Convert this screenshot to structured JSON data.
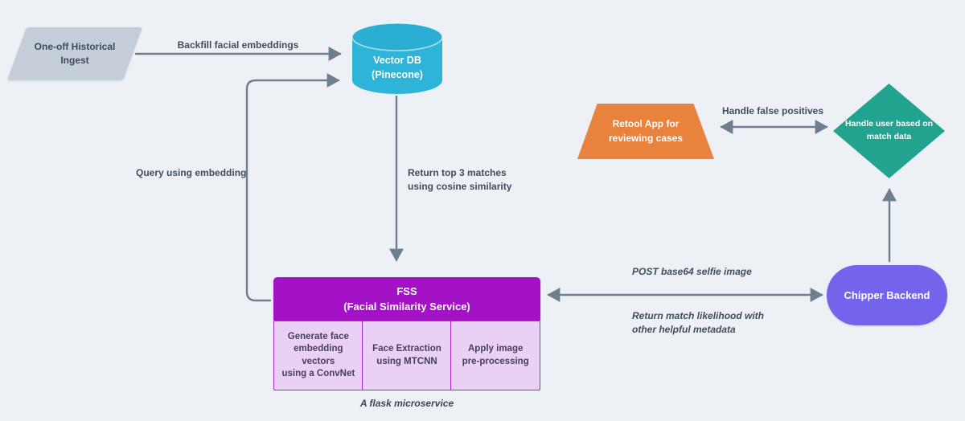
{
  "canvas": {
    "background": "#edf1f6",
    "arrow_color": "#6f7e8e",
    "text_color": "#3e4d5f"
  },
  "nodes": {
    "ingest": {
      "label": "One-off Historical\nIngest",
      "color": "#c5ced8",
      "shape": "parallelogram"
    },
    "vector_db": {
      "label": "Vector DB\n(Pinecone)",
      "color": "#2fb4d9",
      "shape": "cylinder"
    },
    "retool": {
      "label": "Retool App for\nreviewing cases",
      "color": "#e8823c",
      "shape": "trapezoid"
    },
    "decision": {
      "label": "Handle user based on\nmatch data",
      "color": "#21a390",
      "shape": "diamond"
    },
    "chipper": {
      "label": "Chipper Backend",
      "color": "#7463eb",
      "shape": "pill"
    },
    "fss": {
      "title": "FSS\n(Facial Similarity Service)",
      "color": "#a312c4",
      "module_color": "#e9d0f4",
      "modules": [
        "Generate face\nembedding\nvectors\nusing a ConvNet",
        "Face Extraction\nusing MTCNN",
        "Apply image\npre-processing"
      ],
      "caption": "A flask microservice"
    }
  },
  "edges": {
    "backfill": {
      "label": "Backfill facial embeddings",
      "from": "ingest",
      "to": "vector_db"
    },
    "query": {
      "label": "Query using embedding",
      "from": "fss",
      "to": "vector_db"
    },
    "return_matches": {
      "label": "Return top 3 matches\nusing cosine similarity",
      "from": "vector_db",
      "to": "fss"
    },
    "false_positives": {
      "label": "Handle false positives",
      "from": "retool",
      "to": "decision",
      "bidirectional": true
    },
    "post_selfie": {
      "label": "POST base64 selfie image",
      "from": "chipper",
      "to": "fss",
      "bidirectional": true
    },
    "return_likelihood": {
      "label": "Return match likelihood with\nother helpful metadata",
      "from": "fss",
      "to": "chipper"
    },
    "chipper_to_decision": {
      "label": "",
      "from": "chipper",
      "to": "decision"
    }
  }
}
